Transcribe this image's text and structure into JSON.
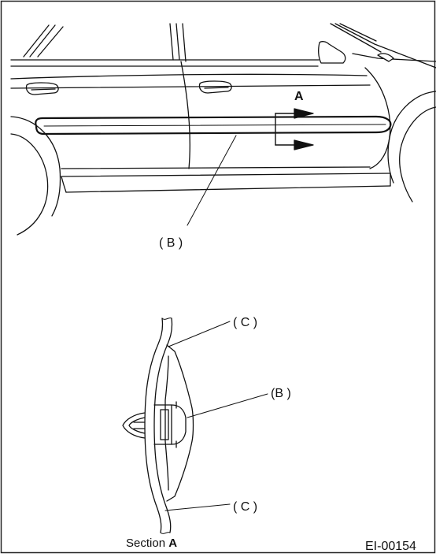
{
  "figure": {
    "id_label": "EI-00154",
    "caption_prefix": "Section ",
    "caption_bold": "A"
  },
  "car_view": {
    "section_marker": "A",
    "molding_label": "( B )"
  },
  "section_view": {
    "label_top": "( C )",
    "label_middle": "(B )",
    "label_bottom": "( C )"
  },
  "colors": {
    "line": "#111111",
    "background": "#ffffff",
    "border": "#222222"
  }
}
